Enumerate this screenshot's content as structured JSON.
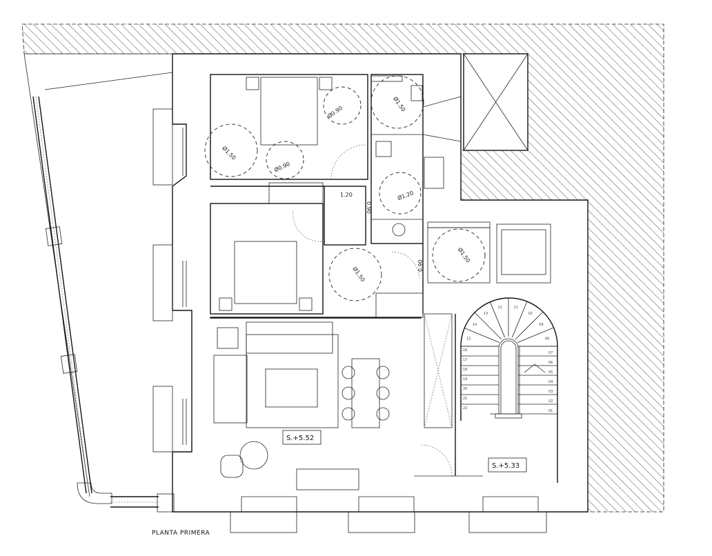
{
  "plan": {
    "title": "PLANTA PRIMERA",
    "levels": {
      "main": "S.+5.52",
      "stairs": "S.+5.33"
    },
    "turning_circles": {
      "bed1_large": "Ø1.50",
      "bed1_small_a": "Ø0.90",
      "bed1_small_b": "Ø0.90",
      "bath_top": "Ø1.50",
      "bath_mid": "Ø1.20",
      "hall": "Ø1.50",
      "laundry": "Ø1.50"
    },
    "dimensions": {
      "passage_width": "1.20",
      "door_bath": "0.90",
      "door_hall": "0.90"
    },
    "stair_steps_left": [
      "16",
      "17",
      "18",
      "19",
      "20",
      "21",
      "22"
    ],
    "stair_steps_arc": [
      "15",
      "14",
      "13",
      "12",
      "11",
      "10",
      "09",
      "08"
    ],
    "stair_steps_right": [
      "07",
      "06",
      "05",
      "04",
      "03",
      "02",
      "01"
    ],
    "colors": {
      "line": "#111111",
      "background": "#ffffff"
    }
  }
}
